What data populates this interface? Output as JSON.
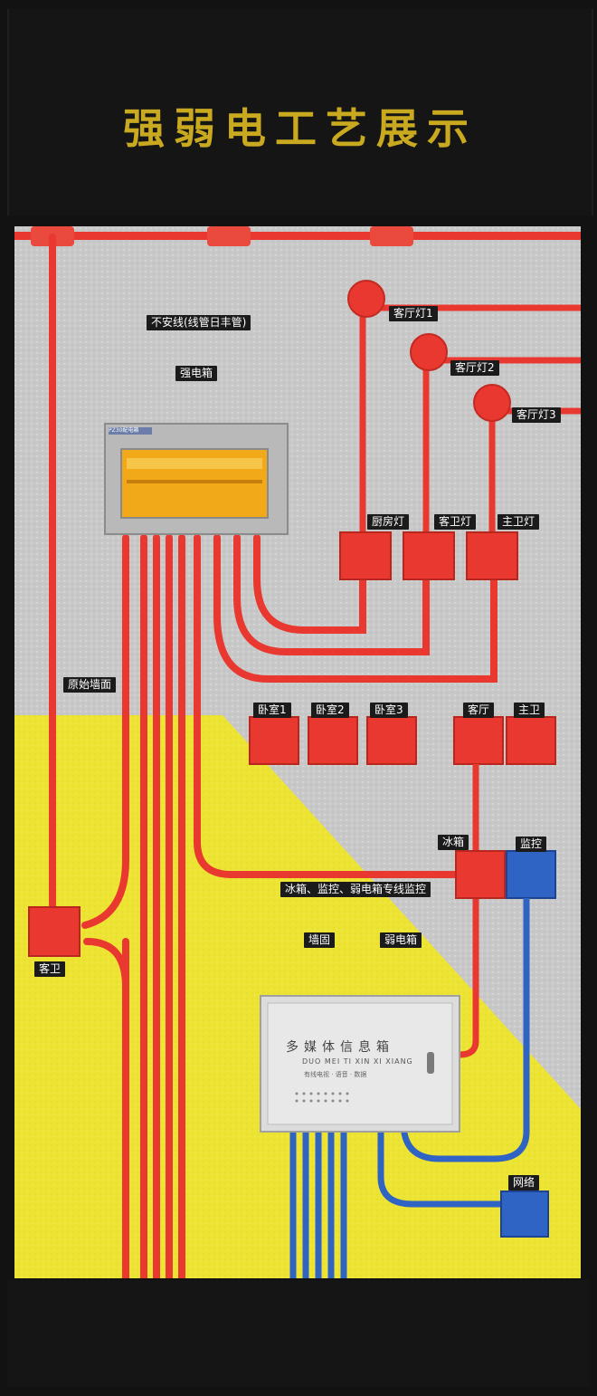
{
  "title": "强弱电工艺展示",
  "labels": {
    "no_install": "不安线(线管日丰管)",
    "strong_box": "强电箱",
    "living_light1": "客厅灯1",
    "living_light2": "客厅灯2",
    "living_light3": "客厅灯3",
    "kitchen_light": "厨房灯",
    "guest_bath_light": "客卫灯",
    "master_bath_light": "主卫灯",
    "original_wall": "原始墙面",
    "bedroom1": "卧室1",
    "bedroom2": "卧室2",
    "bedroom3": "卧室3",
    "living_room": "客厅",
    "master_bath": "主卫",
    "fridge": "冰箱",
    "monitor": "监控",
    "dedicated_line": "冰箱、监控、弱电箱专线监控",
    "wall_fix": "墙固",
    "weak_box": "弱电箱",
    "guest_bath": "客卫",
    "network": "网络"
  },
  "multimedia_box": {
    "name": "多媒体信息箱",
    "pinyin": "DUO MEI TI XIN XI XIANG",
    "sub": "有线电视 · 语音 · 数据"
  },
  "breaker_box_brand": "PZ30配电箱",
  "colors": {
    "conduit_red": "#e8382f",
    "conduit_blue": "#2f63c4",
    "wall_gray": "#c9c9c9",
    "paint_yellow": "#ece332",
    "title_gold": "#c9a91f"
  }
}
